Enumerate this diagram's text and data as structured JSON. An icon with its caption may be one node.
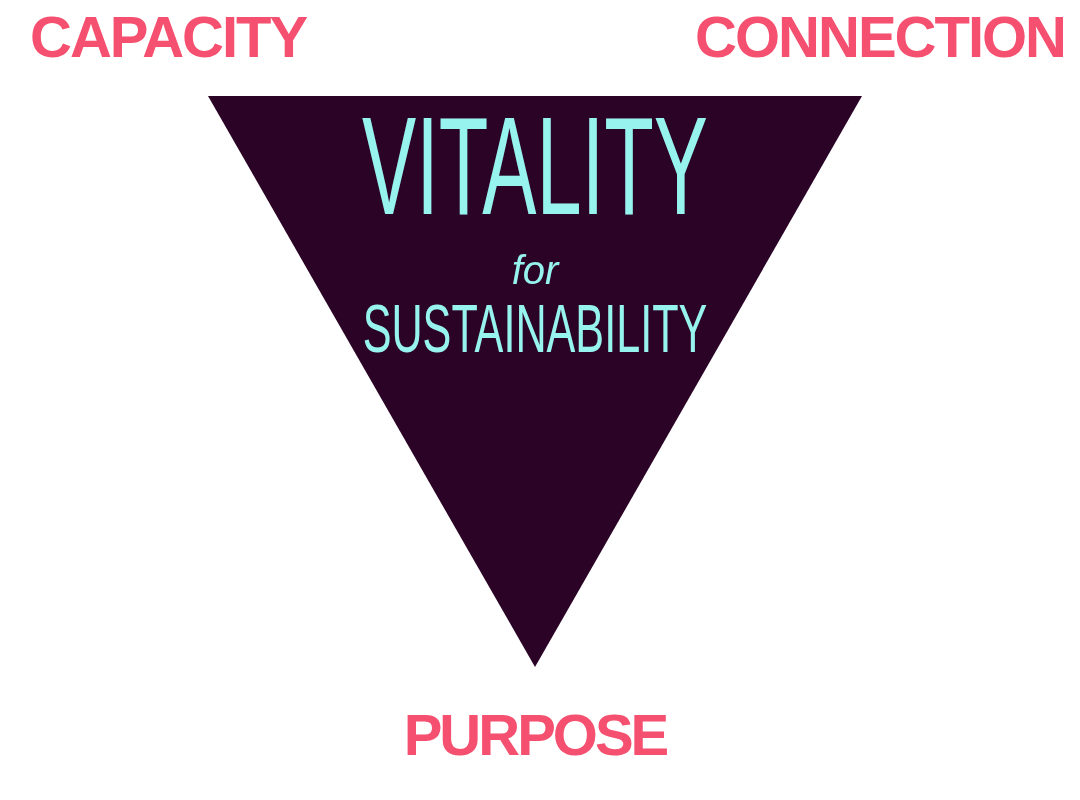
{
  "diagram": {
    "nodes": [
      {
        "text": [
          "VITALITY",
          "for",
          "SUSTAINABILITY"
        ]
      }
    ],
    "labels": [
      "CAPACITY",
      "CONNECTION",
      "PURPOSE"
    ]
  }
}
